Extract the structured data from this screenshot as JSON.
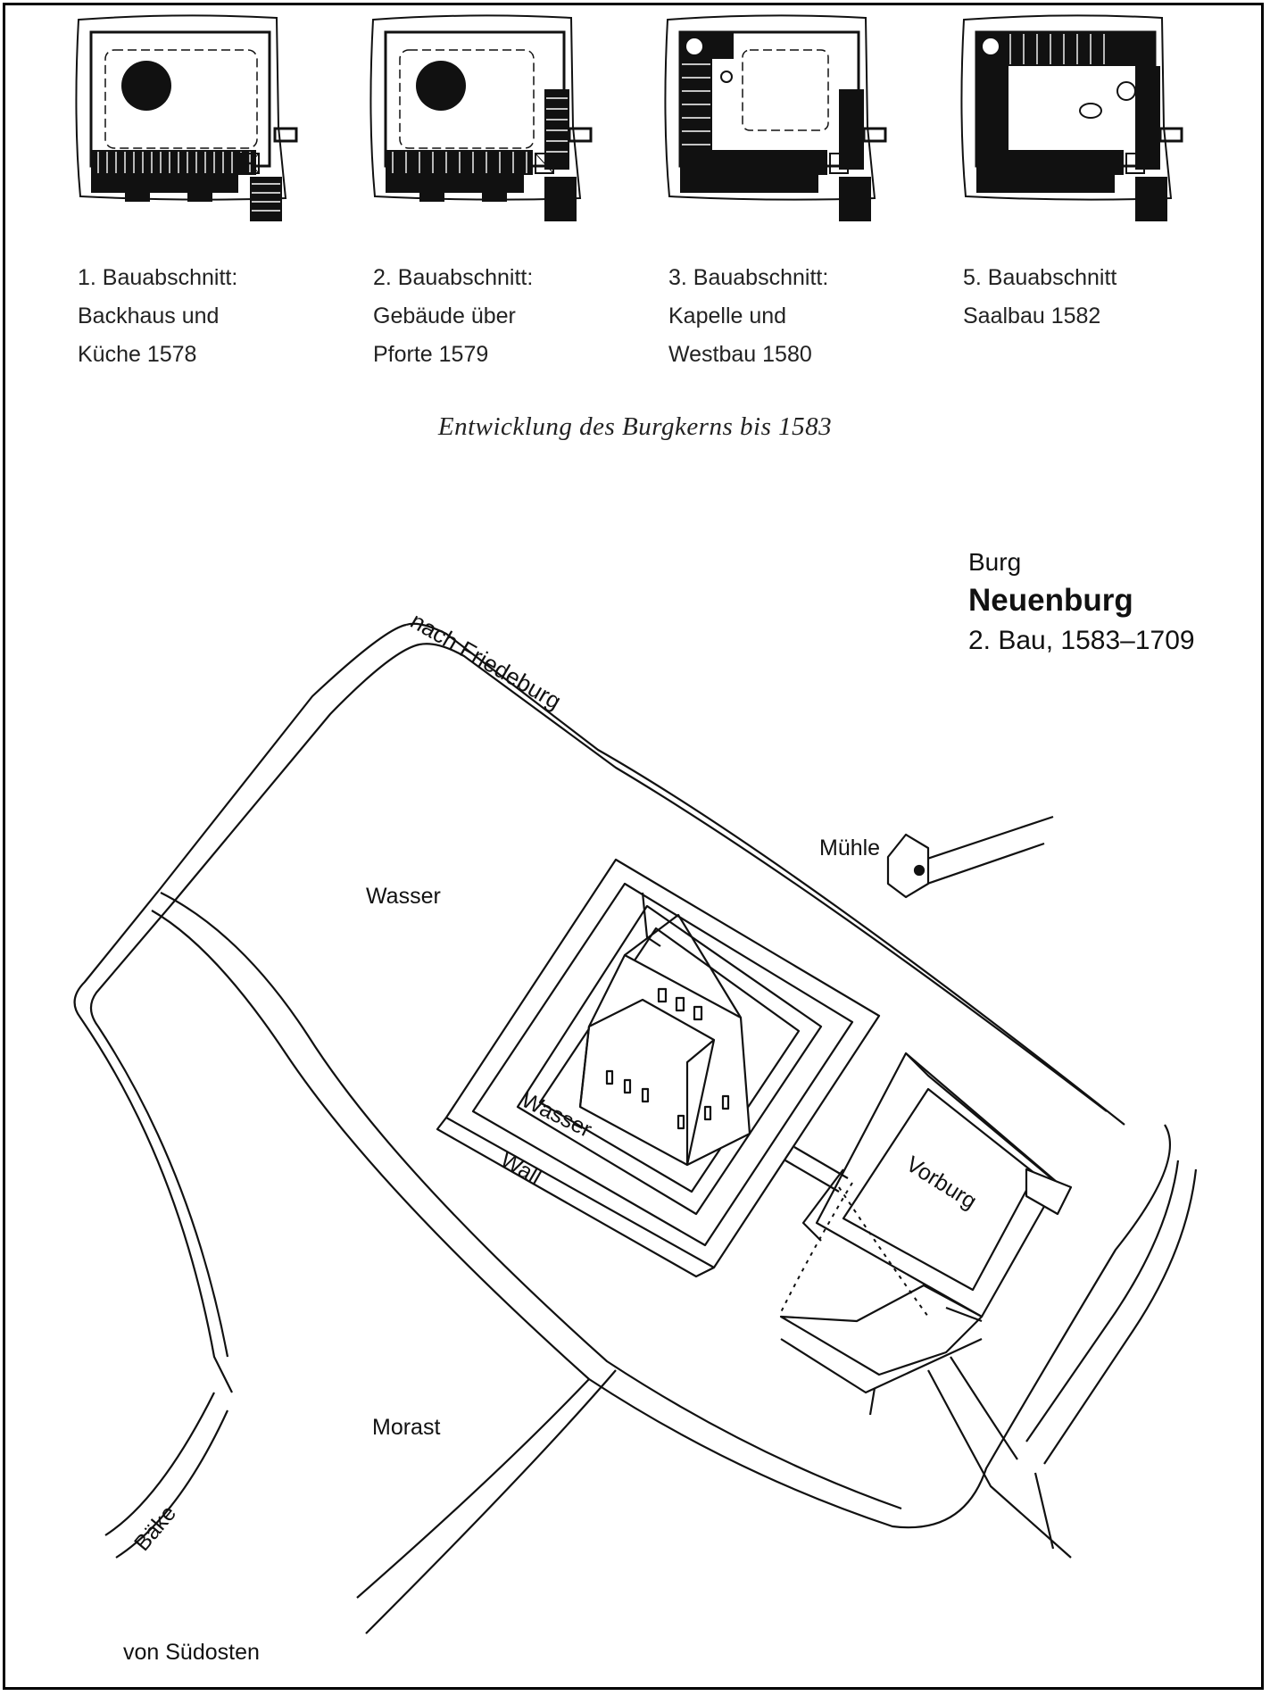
{
  "stages": [
    {
      "lines": [
        "1. Bauabschnitt:",
        "Backhaus und",
        "Küche 1578"
      ]
    },
    {
      "lines": [
        "2. Bauabschnitt:",
        "Gebäude über",
        "Pforte 1579"
      ]
    },
    {
      "lines": [
        "3. Bauabschnitt:",
        "Kapelle und",
        "Westbau 1580"
      ]
    },
    {
      "lines": [
        "5. Bauabschnitt",
        "Saalbau 1582"
      ]
    }
  ],
  "caption": "Entwicklung des Burgkerns bis 1583",
  "title": {
    "small": "Burg",
    "big": "Neuenburg",
    "sub": "2. Bau, 1583–1709"
  },
  "labels": {
    "nach_friedeburg": "nach Friedeburg",
    "muehle": "Mühle",
    "wasser_outer": "Wasser",
    "wasser_inner": "Wasser",
    "wall": "Wall",
    "vorburg": "Vorburg",
    "morast": "Morast",
    "baeke": "Bäke",
    "von_suedosten": "von Südosten"
  }
}
